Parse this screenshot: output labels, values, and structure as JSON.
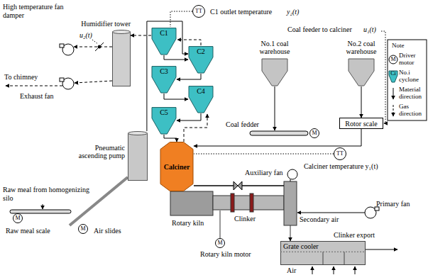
{
  "diagram": {
    "nodes": [
      {
        "text": [
          "TT"
        ]
      },
      {
        "text": [
          "Humidifier tower"
        ]
      },
      {
        "text": [
          "C1"
        ]
      },
      {
        "text": [
          "C2"
        ]
      },
      {
        "text": [
          "C3"
        ]
      },
      {
        "text": [
          "C4"
        ]
      },
      {
        "text": [
          "C5"
        ]
      },
      {
        "text": [
          "No.1 coal warehouse"
        ]
      },
      {
        "text": [
          "No.2 coal warehouse"
        ]
      },
      {
        "text": [
          "M"
        ]
      },
      {
        "text": [
          "Rotor scale"
        ]
      },
      {
        "text": [
          "Calciner"
        ]
      },
      {
        "text": [
          "TT"
        ]
      },
      {
        "text": [
          "Pneumatic ascending pump"
        ]
      },
      {
        "text": [
          "M"
        ]
      },
      {
        "text": [
          "M"
        ]
      },
      {
        "text": [
          "M"
        ]
      },
      {
        "text": [
          "Grate cooler"
        ]
      }
    ],
    "edges": [
      {
        "from": 2,
        "to": 3,
        "arrow": "to"
      },
      {
        "from": 3,
        "to": 4,
        "arrow": "to"
      },
      {
        "from": 4,
        "to": 5,
        "arrow": "to"
      },
      {
        "from": 5,
        "to": 6,
        "arrow": "to"
      },
      {
        "from": 6,
        "to": 11,
        "arrow": "to"
      },
      {
        "from": 10,
        "to": 11,
        "arrow": "to"
      },
      {
        "from": 13,
        "to": 3,
        "arrow": "to"
      },
      {
        "from": 2,
        "to": 1,
        "arrow": "to"
      },
      {
        "from": 0,
        "to": 2,
        "arrow": "none"
      },
      {
        "from": 12,
        "to": 11,
        "arrow": "none"
      },
      {
        "from": 8,
        "to": 10,
        "arrow": "to"
      }
    ],
    "labels": [
      "High temperature fan damper",
      "u₂(t)",
      "C1 outlet temperature",
      "y₂(t)",
      "Coal feeder to calciner",
      "u₁(t)",
      "To chimney",
      "Exhaust fan",
      "Note",
      "M",
      "Ci",
      "Coal fedder",
      "Calciner temperature y₁(t)",
      "Auxiliary fan",
      "Raw meal from homogenizing silo",
      "Raw meal scale",
      "Air slides",
      "Rotary kiln",
      "Clinker",
      "Secondary air",
      "Primary fan",
      "Clinker export",
      "Rotary kiln motor",
      "Air"
    ],
    "legend": [
      {
        "text": "Driver motor"
      },
      {
        "text": "No.i cyclone"
      },
      {
        "text": "Material direction"
      },
      {
        "text": "Gas direction"
      }
    ]
  }
}
